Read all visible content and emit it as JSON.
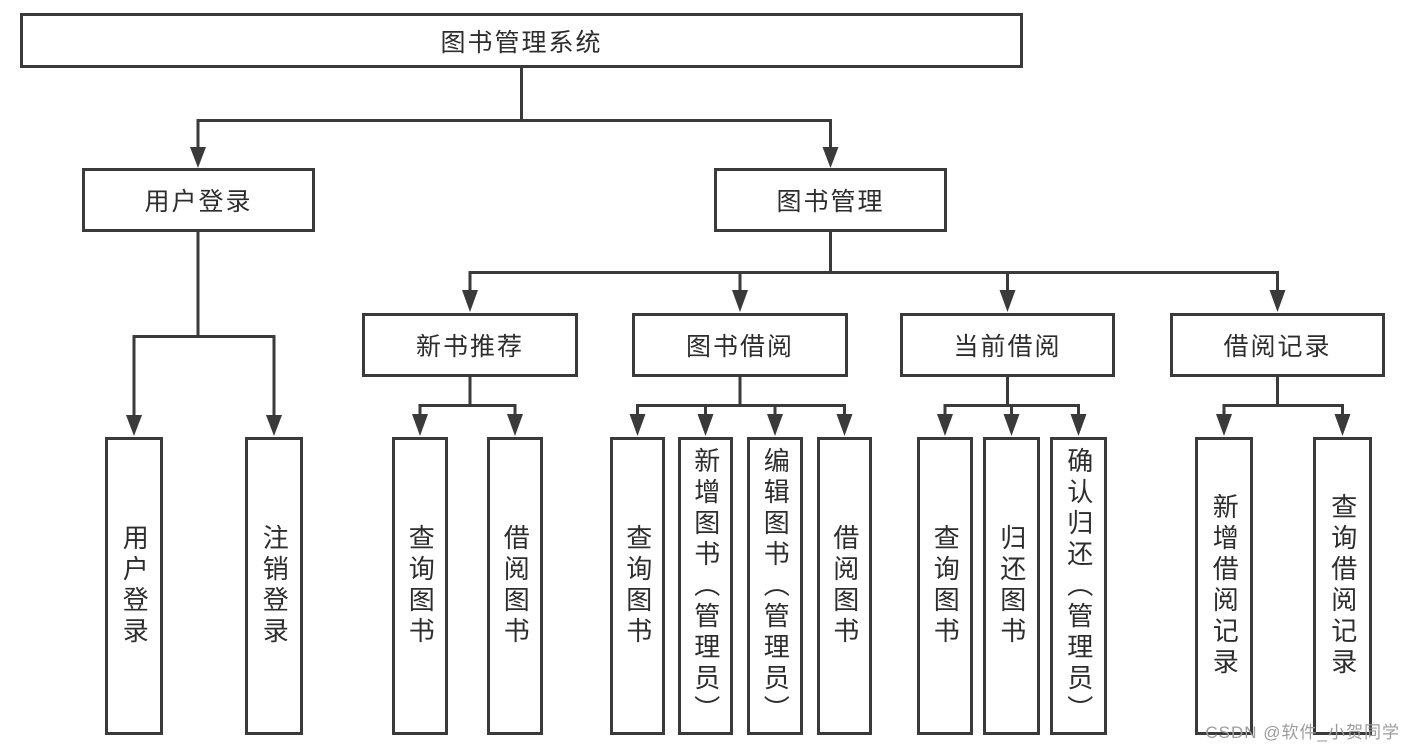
{
  "diagram": {
    "root": {
      "label": "图书管理系统"
    },
    "level2": [
      {
        "label": "用户登录"
      },
      {
        "label": "图书管理"
      }
    ],
    "level3": [
      {
        "label": "新书推荐"
      },
      {
        "label": "图书借阅"
      },
      {
        "label": "当前借阅"
      },
      {
        "label": "借阅记录"
      }
    ],
    "leaves": [
      {
        "label": "用户登录"
      },
      {
        "label": "注销登录"
      },
      {
        "label": "查询图书"
      },
      {
        "label": "借阅图书"
      },
      {
        "label": "查询图书"
      },
      {
        "label": "新增图书（管理员）"
      },
      {
        "label": "编辑图书（管理员）"
      },
      {
        "label": "借阅图书"
      },
      {
        "label": "查询图书"
      },
      {
        "label": "归还图书"
      },
      {
        "label": "确认归还（管理员）"
      },
      {
        "label": "新增借阅记录"
      },
      {
        "label": "查询借阅记录"
      }
    ]
  },
  "watermark": {
    "text": "CSDN @软件_小贺同学"
  },
  "colors": {
    "line": "#3a3a3a",
    "text": "#2d2d2d",
    "watermark": "#9c9c9c",
    "background": "#ffffff"
  }
}
